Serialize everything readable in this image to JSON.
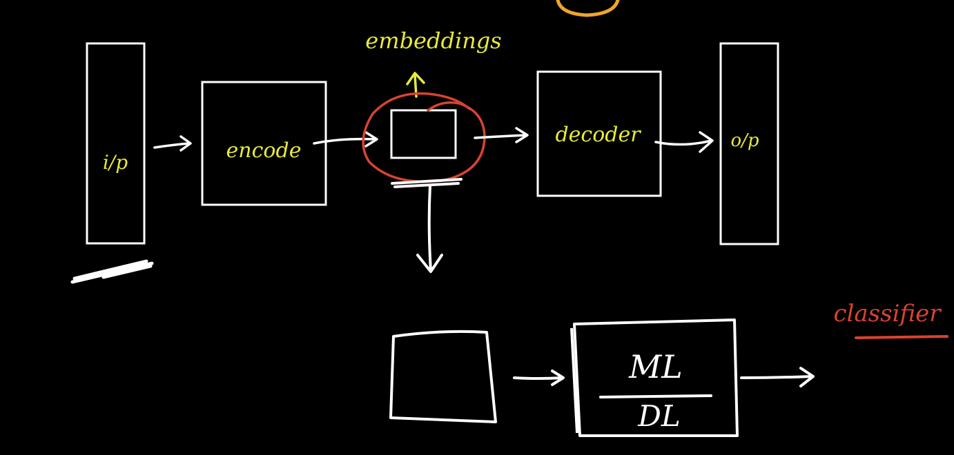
{
  "colors": {
    "background": "#000000",
    "chalk": "#ffffff",
    "highlight": "#e8ea3a",
    "marker_red": "#d9432f",
    "marker_orange": "#f0a52a"
  },
  "labels": {
    "input": "i/p",
    "encoder": "encode",
    "embeddings": "embeddings",
    "decoder": "decoder",
    "output": "o/p",
    "ml": "ML",
    "dl": "DL",
    "classifier": "classifier"
  }
}
